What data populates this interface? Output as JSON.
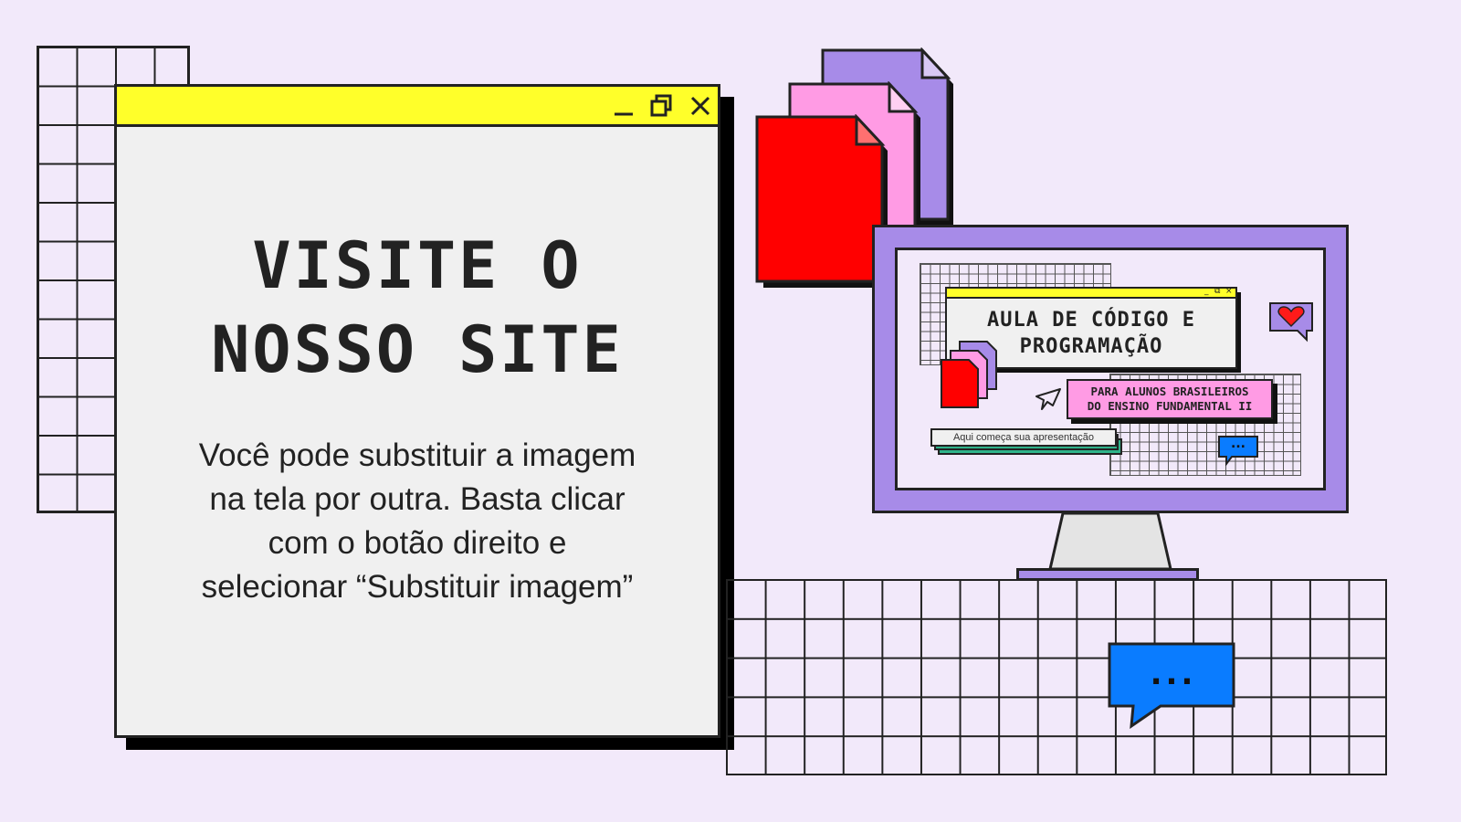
{
  "window": {
    "title_line1": "VISITE O",
    "title_line2": "NOSSO SITE",
    "body_line1": "Você pode substituir a imagem",
    "body_line2": "na tela por outra. Basta clicar",
    "body_line3": "com o botão direito e",
    "body_line4": "selecionar “Substituir imagem”"
  },
  "screen": {
    "title_line1": "AULA DE CÓDIGO E",
    "title_line2": "PROGRAMAÇÃO",
    "subtitle_line1": "PARA ALUNOS BRASILEIROS",
    "subtitle_line2": "DO ENSINO FUNDAMENTAL II",
    "caption": "Aqui começa sua apresentação",
    "chat_dots": "..."
  },
  "chat_bubble": {
    "dots": "..."
  },
  "colors": {
    "background": "#f2e9fa",
    "title_bar": "#ffff2a",
    "window_body": "#f0f0f0",
    "monitor": "#a78be8",
    "doc_red": "#ff0000",
    "doc_pink": "#ff9be4",
    "doc_purple": "#a78be8",
    "chat_blue": "#0a7cff",
    "teal": "#2fb38a"
  },
  "icons": [
    "minimize-icon",
    "restore-icon",
    "close-icon",
    "document-icon",
    "heart-icon",
    "cursor-arrow-icon",
    "chat-bubble-icon"
  ]
}
